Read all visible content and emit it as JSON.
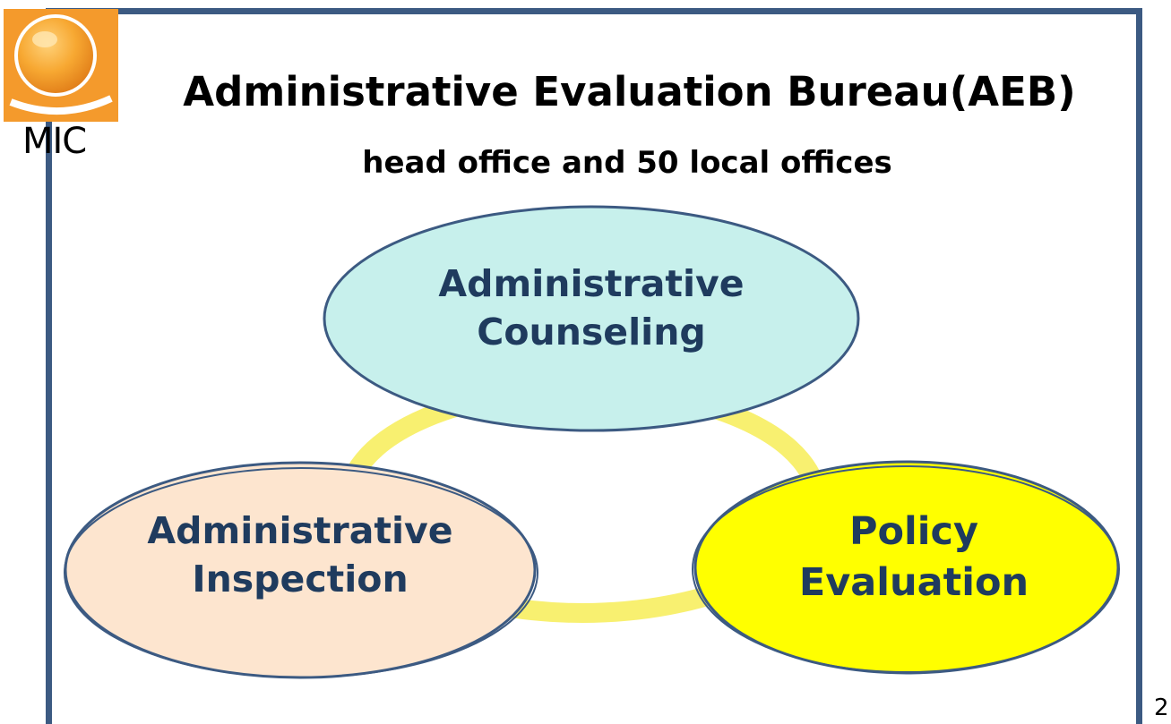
{
  "logo": {
    "label": "MIC",
    "background_color": "#f49a2c",
    "sphere_color": "#f7a832"
  },
  "header": {
    "title": "Administrative Evaluation Bureau(AEB)",
    "subtitle": "head office and 50 local offices"
  },
  "diagram": {
    "ring_color": "#f8f070",
    "outline_color": "#3c5a82",
    "text_color": "#1f3b5e",
    "nodes": [
      {
        "line1": "Administrative",
        "line2": "Counseling",
        "fill": "#c7f0ec"
      },
      {
        "line1": "Administrative",
        "line2": "Inspection",
        "fill": "#fde5cf"
      },
      {
        "line1": "Policy",
        "line2": "Evaluation",
        "fill": "#ffff00"
      }
    ]
  },
  "footer": {
    "page_number": "2"
  }
}
